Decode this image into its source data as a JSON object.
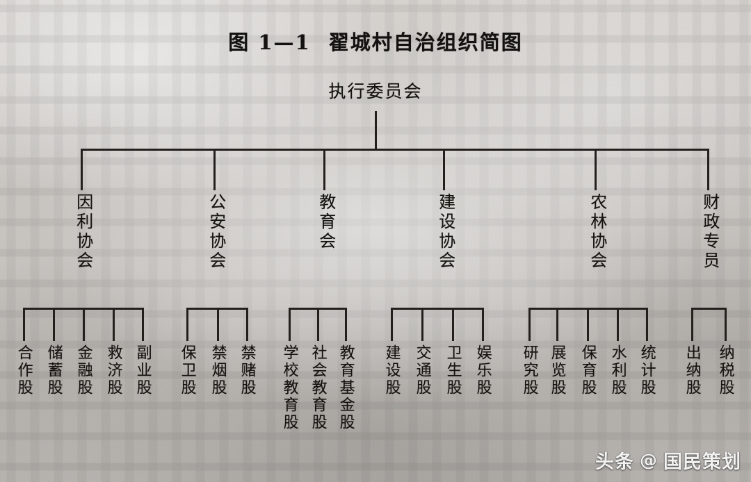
{
  "figure": {
    "number": "图 1—1",
    "title": "翟城村自治组织简图",
    "root": {
      "label": "执行委员会"
    },
    "branches": [
      {
        "label": "因利协会",
        "children": [
          {
            "label": "合作股"
          },
          {
            "label": "储蓄股"
          },
          {
            "label": "金融股"
          },
          {
            "label": "救济股"
          },
          {
            "label": "副业股"
          }
        ]
      },
      {
        "label": "公安协会",
        "children": [
          {
            "label": "保卫股"
          },
          {
            "label": "禁烟股"
          },
          {
            "label": "禁赌股"
          }
        ]
      },
      {
        "label": "教育会",
        "children": [
          {
            "label": "学校教育股"
          },
          {
            "label": "社会教育股"
          },
          {
            "label": "教育基金股"
          }
        ]
      },
      {
        "label": "建设协会",
        "children": [
          {
            "label": "建设股"
          },
          {
            "label": "交通股"
          },
          {
            "label": "卫生股"
          },
          {
            "label": "娱乐股"
          }
        ]
      },
      {
        "label": "农林协会",
        "children": [
          {
            "label": "研究股"
          },
          {
            "label": "展览股"
          },
          {
            "label": "保育股"
          },
          {
            "label": "水利股"
          },
          {
            "label": "统计股"
          }
        ]
      },
      {
        "label": "财政专员",
        "children": [
          {
            "label": "出纳股"
          },
          {
            "label": "纳税股"
          }
        ]
      }
    ]
  },
  "watermark": {
    "platform": "头条",
    "at": "@",
    "account": "国民策划"
  },
  "colors": {
    "ink": "#221f1c",
    "paper": "#c9c6c2",
    "watermark_text": "#f2f2f2"
  }
}
